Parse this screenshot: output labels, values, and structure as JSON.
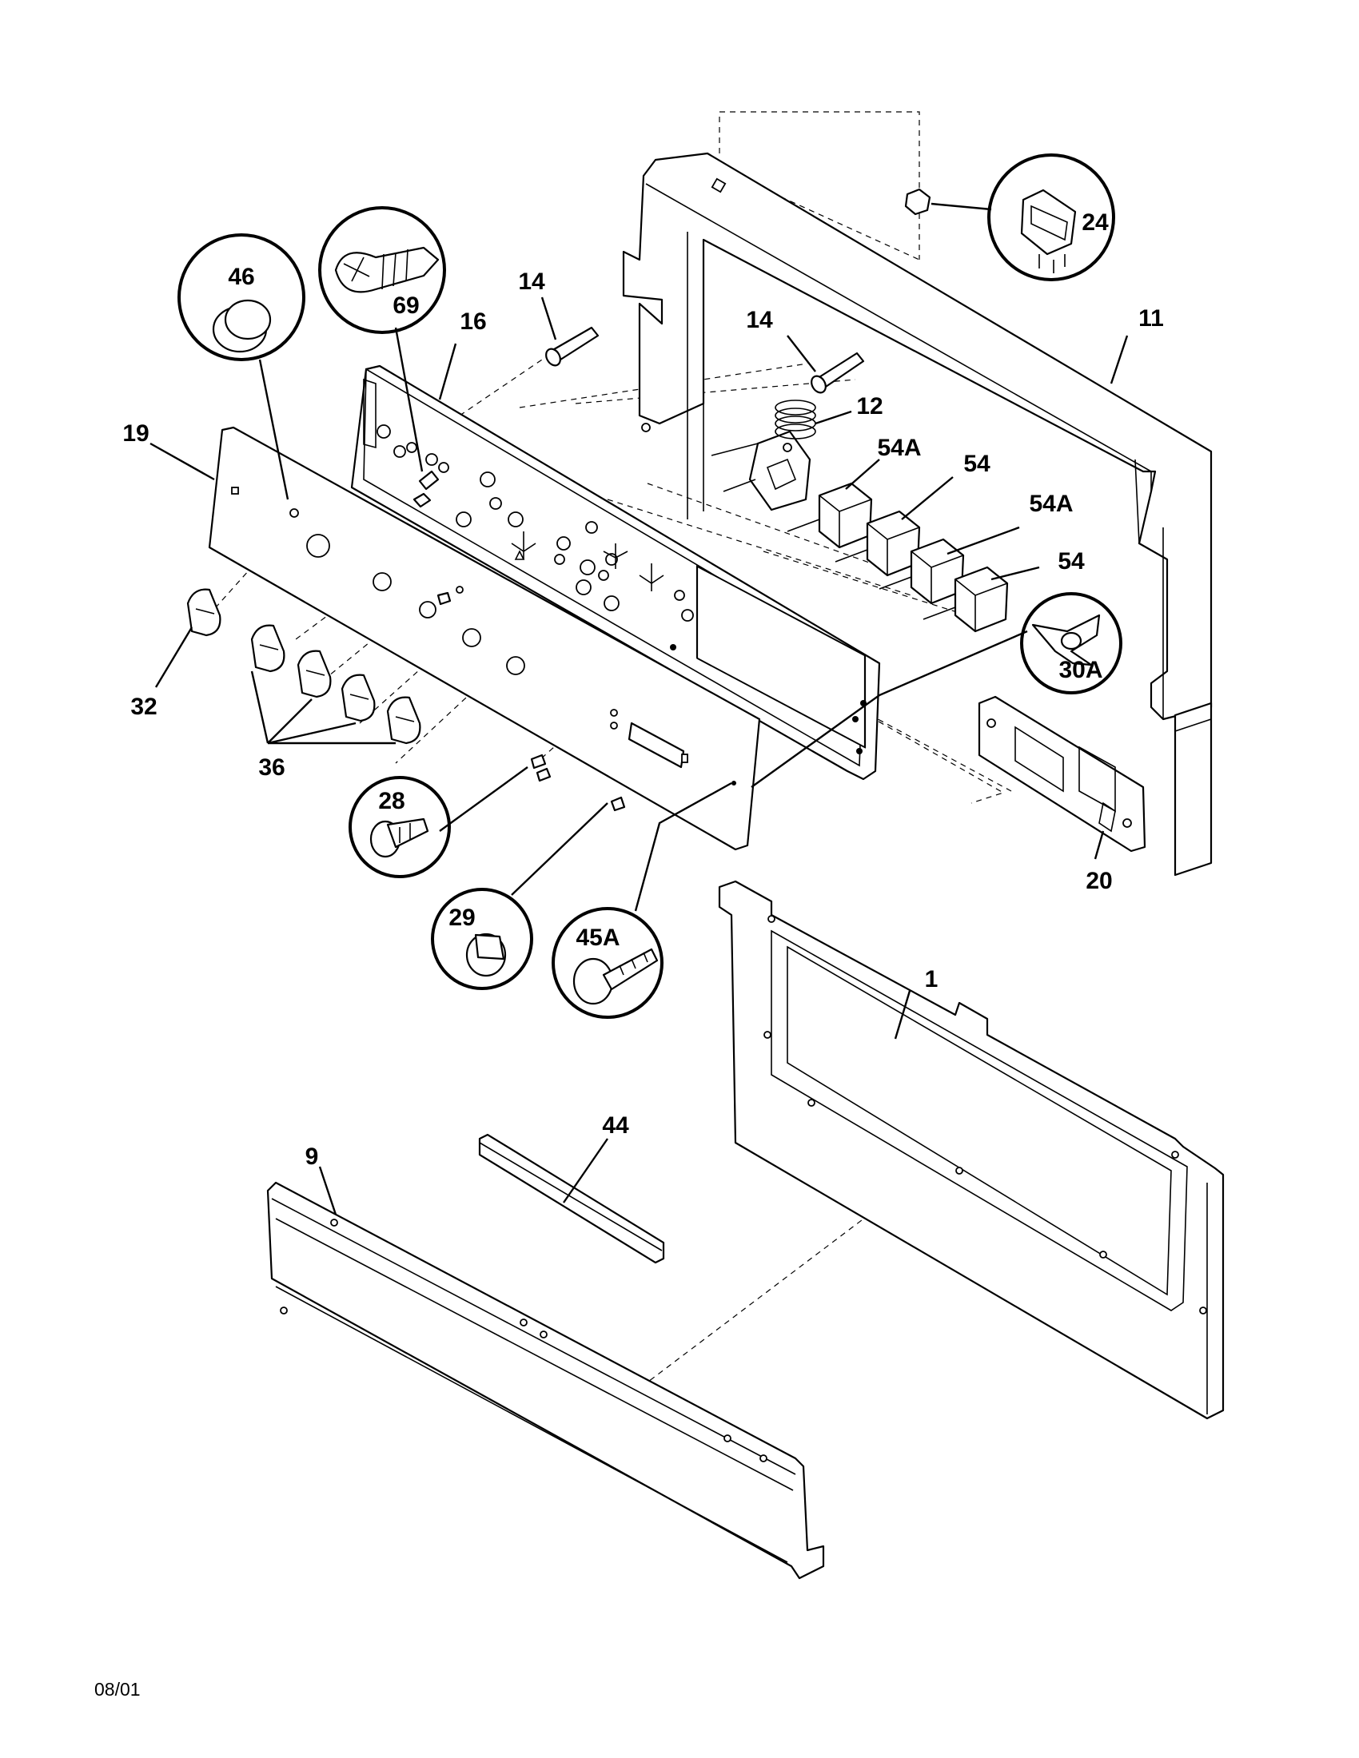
{
  "diagram": {
    "date_code": "08/01",
    "part_labels": {
      "p1": "1",
      "p9": "9",
      "p11": "11",
      "p12": "12",
      "p14a": "14",
      "p14b": "14",
      "p16": "16",
      "p19": "19",
      "p20": "20",
      "p24": "24",
      "p28": "28",
      "p29": "29",
      "p30A": "30A",
      "p32": "32",
      "p36": "36",
      "p44": "44",
      "p45A": "45A",
      "p46": "46",
      "p54a": "54",
      "p54b": "54",
      "p54Aa": "54A",
      "p54Ab": "54A",
      "p69": "69"
    }
  }
}
